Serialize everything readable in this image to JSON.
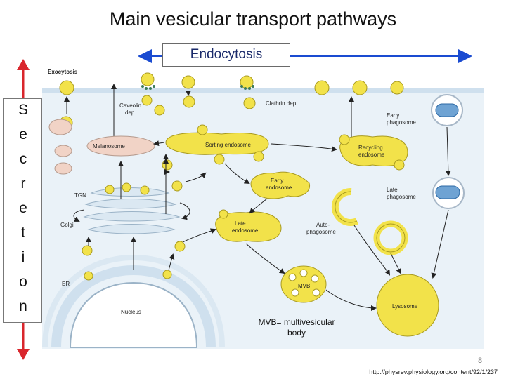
{
  "title": "Main vesicular transport pathways",
  "endocytosis_label": "Endocytosis",
  "secretion_letters": [
    "S",
    "e",
    "c",
    "r",
    "e",
    "t",
    "i",
    "o",
    "n"
  ],
  "diagram_labels": {
    "exocytosis": "Exocytosis",
    "caveolin": [
      "Caveolin",
      "dep."
    ],
    "clathrin": "Clathrin dep.",
    "early_phagosome": [
      "Early",
      "phagosome"
    ],
    "melanosome": "Melanosome",
    "sorting_endosome": "Sorting endosome",
    "recycling_endosome": [
      "Recycling",
      "endosome"
    ],
    "early_endosome": [
      "Early",
      "endosome"
    ],
    "tgn": "TGN",
    "golgi": "Golgi",
    "late_endosome": [
      "Late",
      "endosome"
    ],
    "autophagosome": [
      "Auto-",
      "phagosome"
    ],
    "late_phagosome": [
      "Late",
      "phagosome"
    ],
    "er": "ER",
    "mvb": "MVB",
    "nucleus": "Nucleus",
    "lysosome": "Lysosome"
  },
  "mvb_note": [
    "MVB= multivesicular",
    "body"
  ],
  "page_number": "8",
  "source_url": "http://physrev.physiology.org/content/92/1/237",
  "colors": {
    "vesicle_yellow": "#f2e24a",
    "cytoplasm_blue": "#eaf2f8",
    "membrane_blue": "#cfe0ee",
    "melanosome_pink": "#f1d3c6",
    "phagosome_blue": "#6fa3d3",
    "arrow_red": "#d9262c",
    "arrow_blue": "#1a4bd1"
  }
}
